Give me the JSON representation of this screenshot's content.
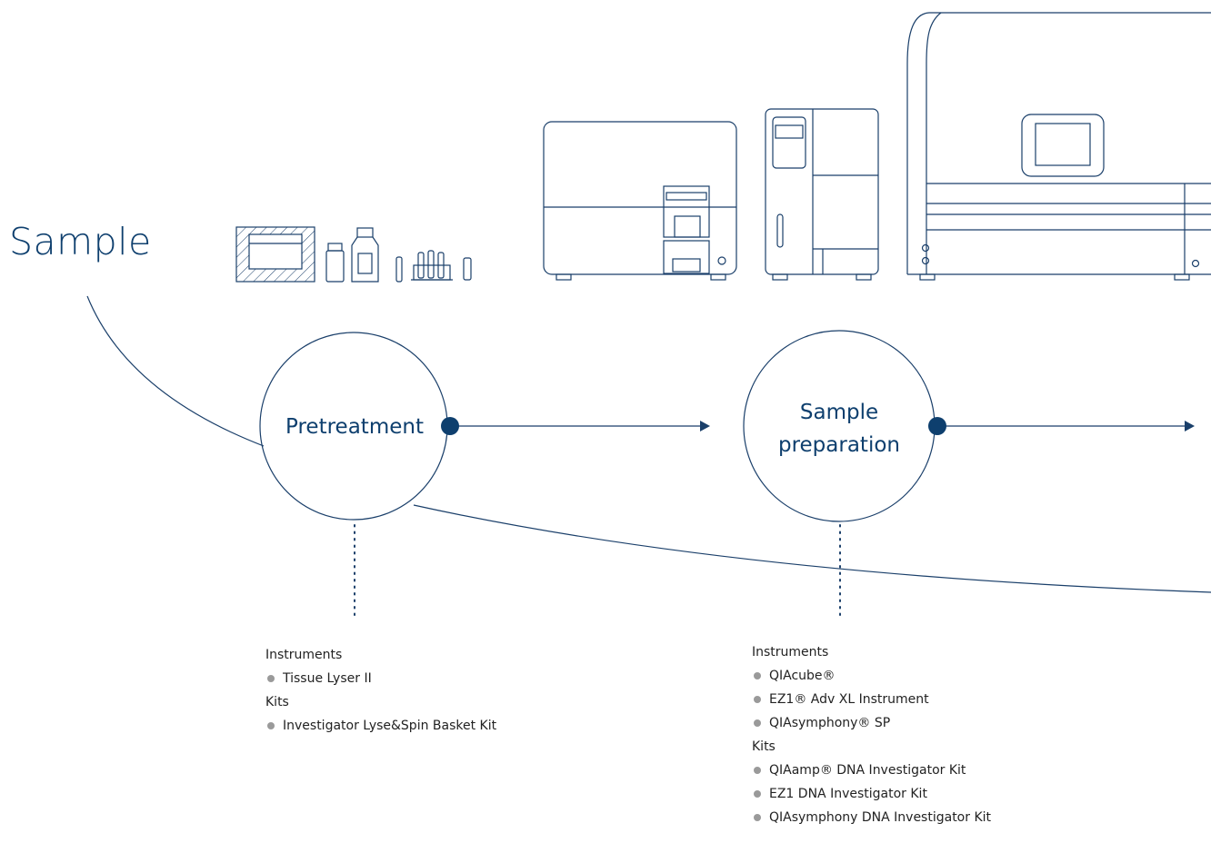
{
  "title": "Sample",
  "nodes": [
    {
      "label_line1": "Pretreatment",
      "label_line2": ""
    },
    {
      "label_line1": "Sample",
      "label_line2": "preparation"
    }
  ],
  "pretreatment_panel": {
    "instruments_header": "Instruments",
    "instruments": [
      "Tissue Lyser II"
    ],
    "kits_header": "Kits",
    "kits": [
      "Investigator Lyse&Spin Basket Kit"
    ]
  },
  "sample_prep_panel": {
    "instruments_header": "Instruments",
    "instruments": [
      "QIAcube®",
      "EZ1® Adv XL Instrument",
      "QIAsymphony® SP"
    ],
    "kits_header": "Kits",
    "kits": [
      "QIAamp® DNA Investigator Kit",
      "EZ1 DNA Investigator Kit",
      "QIAsymphony DNA Investigator Kit"
    ]
  },
  "colors": {
    "brand": "#0e3f6e",
    "line": "#1a3f6a",
    "bullet": "#9a9a9a",
    "device_stroke": "#1a3f6a"
  },
  "icons": [
    "tissue-lyser-icon",
    "vial-icon",
    "bottle-icon",
    "tube-icon",
    "tube-rack-icon",
    "small-tube-icon",
    "qiacube-instrument-icon",
    "ez1-instrument-icon",
    "qiasymphony-instrument-icon"
  ]
}
